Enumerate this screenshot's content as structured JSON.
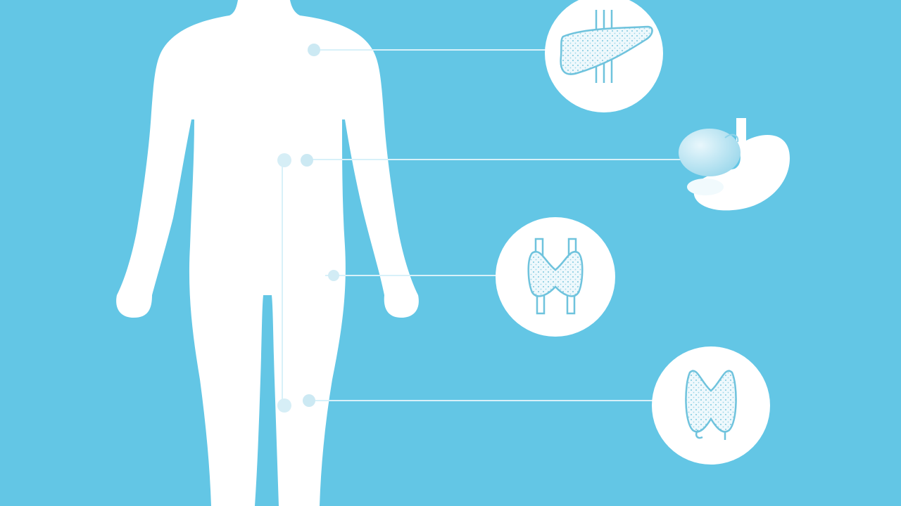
{
  "colors": {
    "background": "#63c6e5",
    "silhouette": "#ffffff",
    "connector": "#d8f1f9",
    "dot": "#c8e8f2",
    "organ_stroke": "#6fc3dd",
    "organ_fill": "#e4f5fb",
    "stomach_tint": "#8fd3ea"
  },
  "figure": {
    "subject": "human-body-silhouette",
    "marker_count": 6
  },
  "callouts": [
    {
      "id": "liver",
      "icon": "liver-icon",
      "enclosed": true
    },
    {
      "id": "stomach",
      "icon": "stomach-icon",
      "enclosed": false
    },
    {
      "id": "pancreas",
      "icon": "pancreas-icon",
      "enclosed": true
    },
    {
      "id": "thyroid",
      "icon": "thyroid-icon",
      "enclosed": true
    }
  ]
}
